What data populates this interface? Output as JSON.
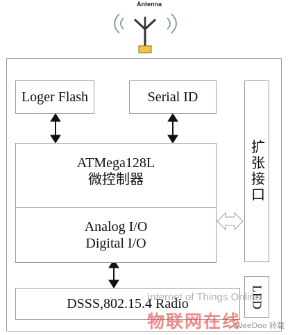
{
  "antenna": {
    "label": "Antenna"
  },
  "blocks": {
    "loger_flash": "Loger Flash",
    "serial_id": "Serial ID",
    "mcu_line1": "ATMega128L",
    "mcu_line2": "微控制器",
    "io_line1": "Analog I/O",
    "io_line2": "Digital I/O",
    "radio": "DSSS,802.15.4 Radio",
    "expansion": "扩张接口",
    "led": "LED"
  },
  "watermark": {
    "english": "Internet of Things Online",
    "chinese": "物联网在线",
    "small": "— WeeDoo 转载"
  }
}
